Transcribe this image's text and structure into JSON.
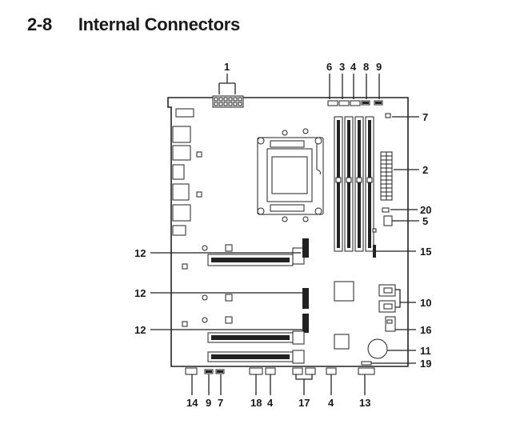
{
  "section": {
    "number": "2-8",
    "title": "Internal Connectors"
  },
  "callouts": {
    "c1": "1",
    "c6": "6",
    "c3": "3",
    "c4top": "4",
    "c8": "8",
    "c9top": "9",
    "c7right": "7",
    "c2": "2",
    "c20": "20",
    "c5": "5",
    "c15": "15",
    "c10": "10",
    "c16": "16",
    "c11": "11",
    "c19": "19",
    "c12a": "12",
    "c12b": "12",
    "c12c": "12",
    "c14": "14",
    "c9bottom": "9",
    "c7bottom": "7",
    "c18": "18",
    "c4bottom": "4",
    "c17": "17",
    "c4bottom2": "4",
    "c13": "13"
  }
}
